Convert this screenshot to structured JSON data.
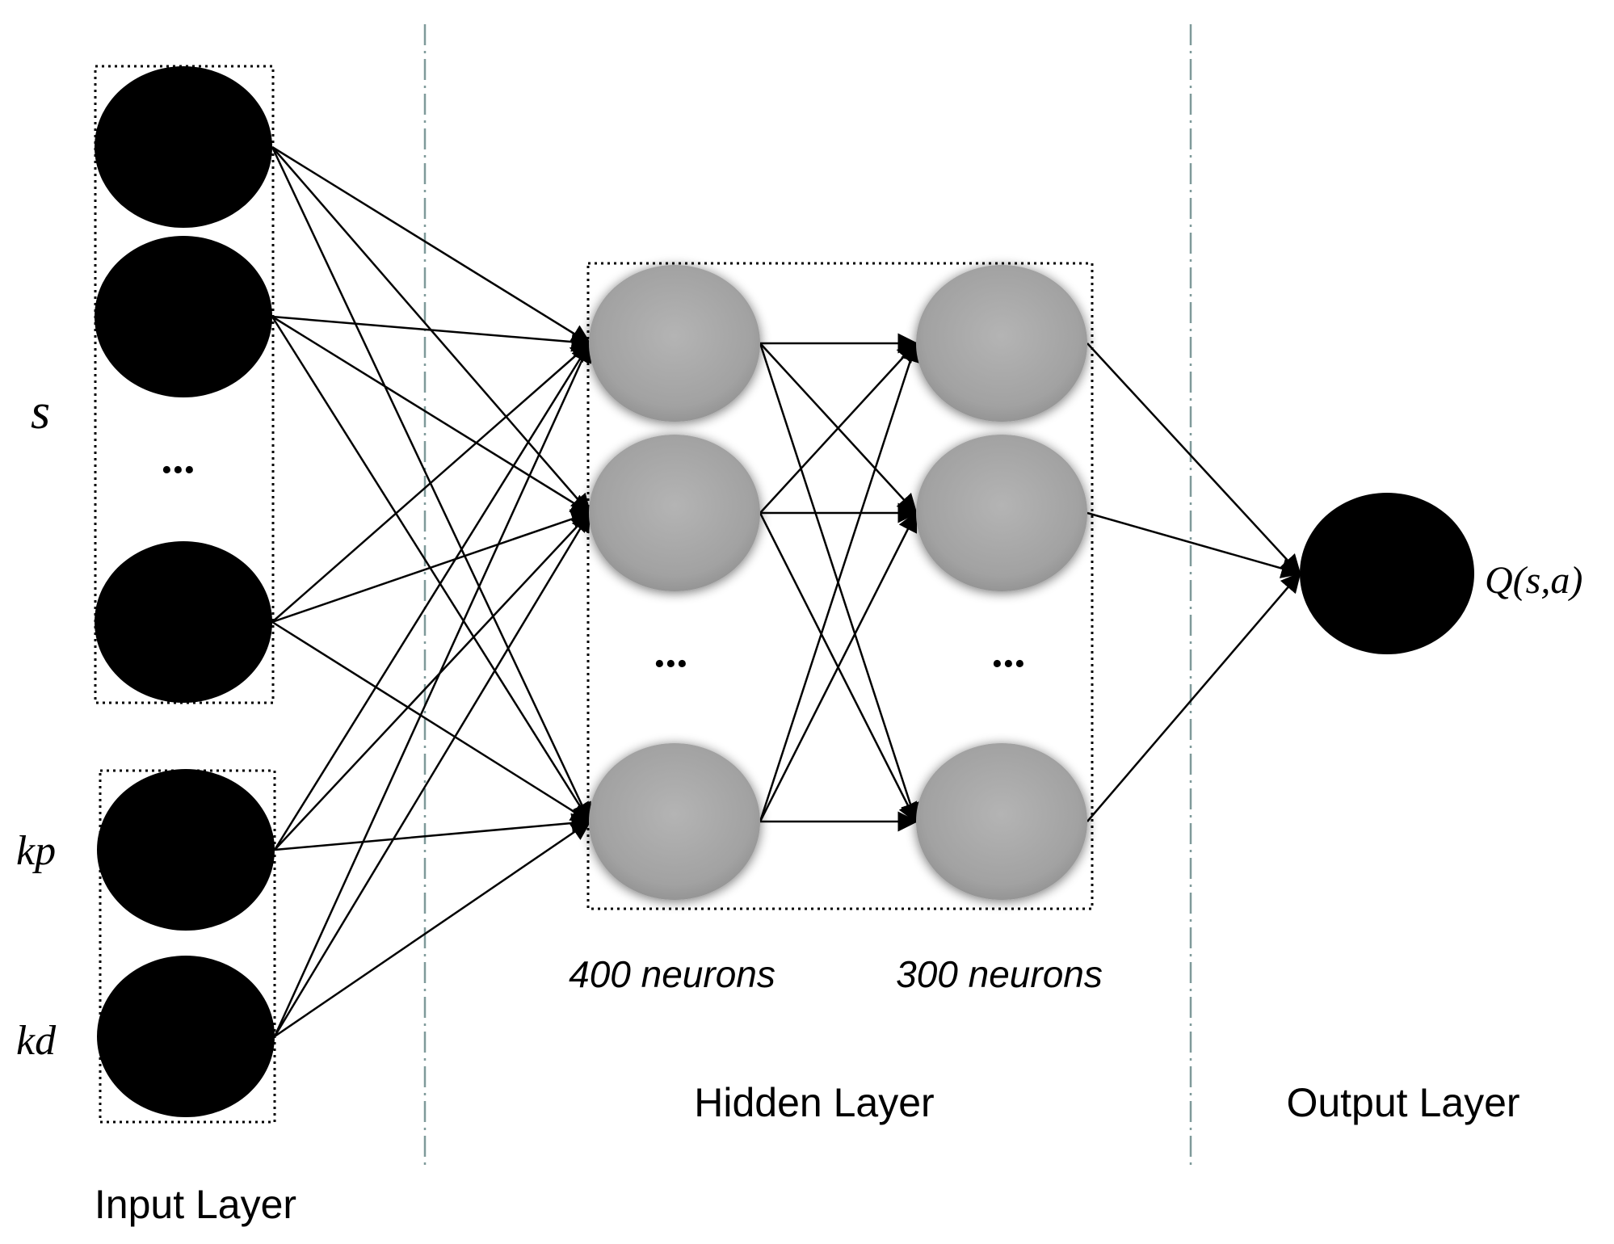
{
  "input_layer": {
    "title": "Input Layer",
    "state_label": "s",
    "kp_label": "kp",
    "kd_label": "kd",
    "ellipsis": "···"
  },
  "hidden_layer": {
    "title": "Hidden Layer",
    "layer1_caption": "400 neurons",
    "layer2_caption": "300 neurons",
    "ellipsis": "···"
  },
  "output_layer": {
    "title": "Output Layer",
    "output_label": "Q(s,a)"
  },
  "colors": {
    "input_node": "#000000",
    "hidden_node": "#a6a6a6",
    "output_node": "#000000",
    "edge": "#000000",
    "separator": "#7f9a9a"
  }
}
